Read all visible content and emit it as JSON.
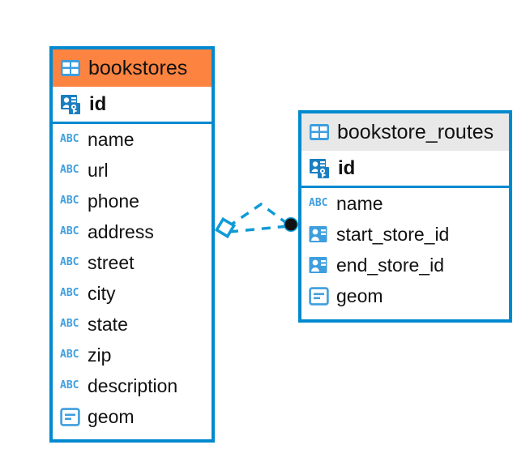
{
  "diagram": {
    "type": "entity-relationship-diagram",
    "background": "#ffffff",
    "colors": {
      "border": "#0089cf",
      "header_primary": "#fd8340",
      "header_secondary": "#e8e8e8",
      "icon_blue": "#3f9ede",
      "text": "#111111",
      "connector": "#0f9bd7"
    },
    "entities": [
      {
        "name": "bookstores",
        "header_accent": "#fd8340",
        "icon": "table-icon",
        "primary_key": {
          "name": "id",
          "icon": "primary-key-icon",
          "type_hint": "key"
        },
        "fields": [
          {
            "name": "name",
            "icon": "abc-text-icon",
            "icon_label": "ABC"
          },
          {
            "name": "url",
            "icon": "abc-text-icon",
            "icon_label": "ABC"
          },
          {
            "name": "phone",
            "icon": "abc-text-icon",
            "icon_label": "ABC"
          },
          {
            "name": "address",
            "icon": "abc-text-icon",
            "icon_label": "ABC"
          },
          {
            "name": "street",
            "icon": "abc-text-icon",
            "icon_label": "ABC"
          },
          {
            "name": "city",
            "icon": "abc-text-icon",
            "icon_label": "ABC"
          },
          {
            "name": "state",
            "icon": "abc-text-icon",
            "icon_label": "ABC"
          },
          {
            "name": "zip",
            "icon": "abc-text-icon",
            "icon_label": "ABC"
          },
          {
            "name": "description",
            "icon": "abc-text-icon",
            "icon_label": "ABC"
          },
          {
            "name": "geom",
            "icon": "geometry-icon",
            "icon_label": ""
          }
        ]
      },
      {
        "name": "bookstore_routes",
        "header_accent": "#e8e8e8",
        "icon": "table-icon",
        "primary_key": {
          "name": "id",
          "icon": "primary-key-icon",
          "type_hint": "key"
        },
        "fields": [
          {
            "name": "name",
            "icon": "abc-text-icon",
            "icon_label": "ABC"
          },
          {
            "name": "start_store_id",
            "icon": "foreign-key-icon",
            "icon_label": ""
          },
          {
            "name": "end_store_id",
            "icon": "foreign-key-icon",
            "icon_label": ""
          },
          {
            "name": "geom",
            "icon": "geometry-icon",
            "icon_label": ""
          }
        ]
      }
    ],
    "relationships": [
      {
        "from_entity": "bookstores",
        "to_entity": "bookstore_routes",
        "from_marker": "diamond",
        "to_marker": "filled-circle",
        "line_style": "dashed",
        "path": "peak"
      },
      {
        "from_entity": "bookstores",
        "to_entity": "bookstore_routes",
        "from_marker": "diamond",
        "to_marker": "filled-circle",
        "line_style": "dashed",
        "path": "straight"
      }
    ]
  }
}
